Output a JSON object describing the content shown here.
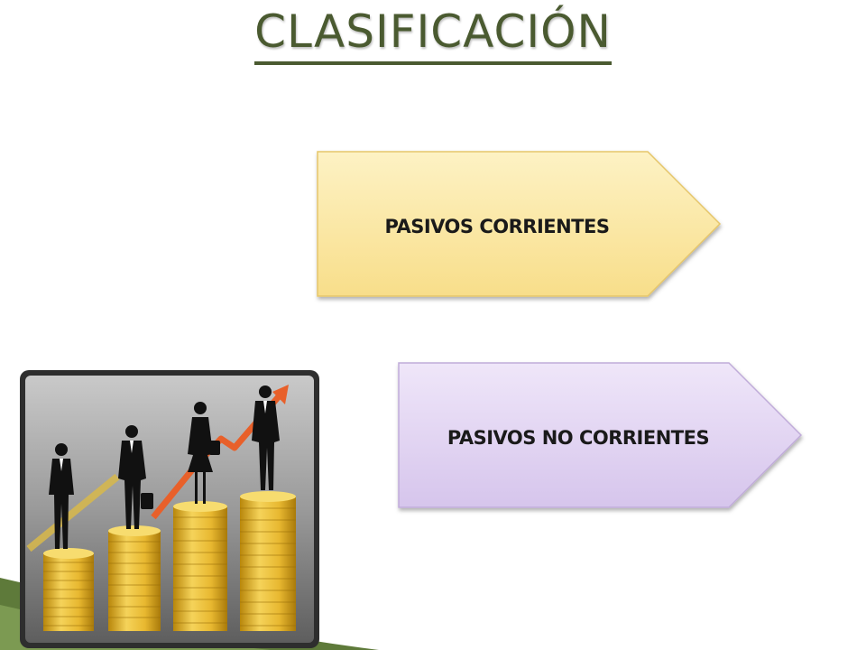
{
  "slide": {
    "title": "CLASIFICACIÓN",
    "shapes": [
      {
        "label": "PASIVOS CORRIENTES",
        "fill": "#fbe9a6"
      },
      {
        "label": "PASIVOS NO CORRIENTES",
        "fill": "#e3d6f1"
      }
    ]
  },
  "colors": {
    "title": "#4a5a30",
    "coin": "#e8b830",
    "trend_arrow": "#e8602a",
    "frame": "#2e2e2e"
  },
  "image": {
    "icon": "businessmen-on-coin-stacks-illustration"
  }
}
